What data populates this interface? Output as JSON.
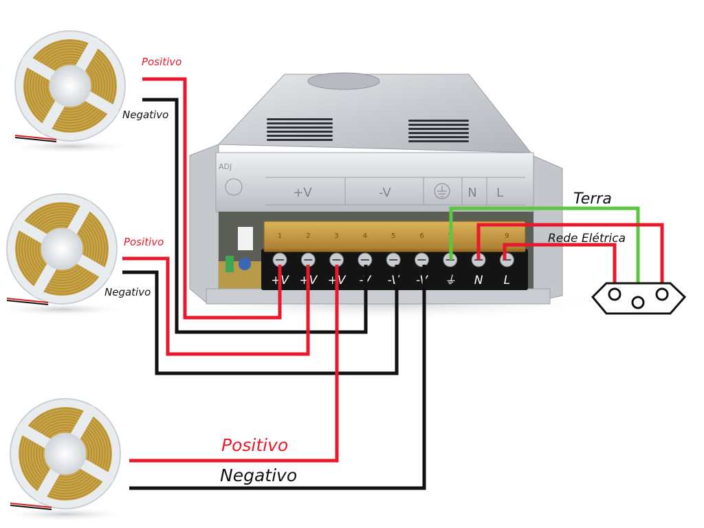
{
  "wires": {
    "strip1_positive": "Positivo",
    "strip1_negative": "Negativo",
    "strip2_positive": "Positivo",
    "strip2_negative": "Negativo",
    "strip3_positive": "Positivo",
    "strip3_negative": "Negativo",
    "ground": "Terra",
    "mains": "Rede Elétrica"
  },
  "power_supply": {
    "adj_label": "ADJ",
    "top_labels": [
      "+V",
      "-V",
      "N",
      "L"
    ],
    "terminal_numbers": [
      "1",
      "2",
      "3",
      "4",
      "5",
      "6",
      "7",
      "8",
      "9"
    ],
    "terminal_labels": [
      "+V",
      "+V",
      "+V",
      "-V",
      "-V",
      "-V",
      "⏚",
      "N",
      "L"
    ]
  },
  "colors": {
    "positive": "#e8192c",
    "negative": "#111111",
    "ground": "#5cc63f",
    "strip_tape": "#c9a445",
    "reel": "#e9ecef"
  },
  "icons": [
    "led-strip-reel",
    "power-supply",
    "power-outlet-icon",
    "ground-symbol-icon"
  ]
}
